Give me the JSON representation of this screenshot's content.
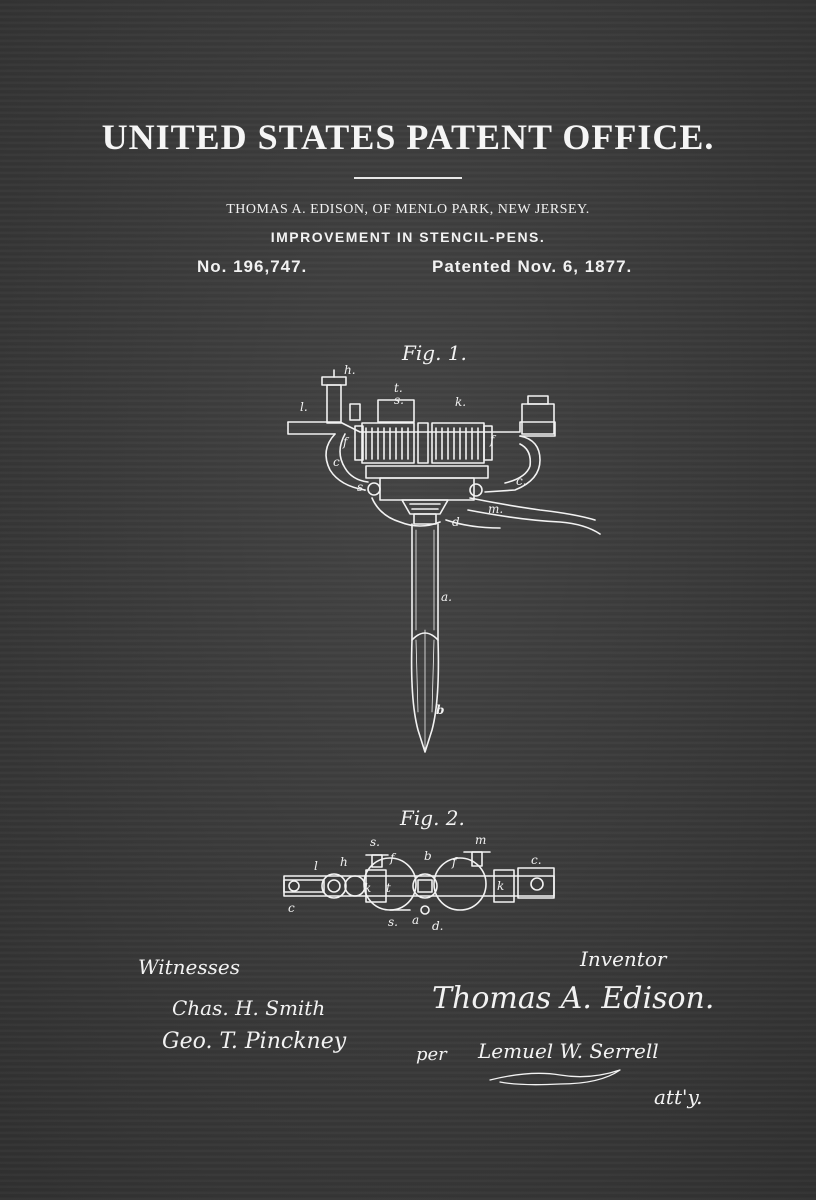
{
  "header": {
    "office": "UNITED STATES PATENT OFFICE.",
    "inventor_line": "THOMAS A. EDISON, OF MENLO PARK, NEW JERSEY.",
    "improvement": "IMPROVEMENT IN STENCIL-PENS.",
    "patent_number": "No. 196,747.",
    "patent_date": "Patented Nov. 6, 1877."
  },
  "figures": {
    "fig1_caption": "Fig. 1.",
    "fig2_caption": "Fig. 2.",
    "fig1_labels": {
      "h": "h.",
      "t": "t.",
      "s_top": "s.",
      "k": "k.",
      "l": "l.",
      "f_left": "f",
      "f_right": "f",
      "c_left": "c",
      "c_right": "c.",
      "s_low": "s.",
      "m": "m.",
      "d": "d",
      "a": "a.",
      "b": "b"
    },
    "fig2_labels": {
      "s": "s.",
      "m": "m",
      "l": "l",
      "h": "h",
      "f_left": "f",
      "b": "b",
      "f_right": "f",
      "c_right": "c.",
      "c_left": "c",
      "k_left": "k",
      "t": "t",
      "k_right": "k",
      "s_low": "s.",
      "a": "a",
      "d": "d."
    },
    "background_color": "#3a3a3a",
    "ink_color": "#f2f2f2"
  },
  "signatures": {
    "witnesses_label": "Witnesses",
    "witness_1": "Chas. H. Smith",
    "witness_2": "Geo. T. Pinckney",
    "inventor_label": "Inventor",
    "inventor_name": "Thomas A. Edison.",
    "per": "per",
    "attorney": "Lemuel W. Serrell",
    "atty": "att'y."
  }
}
